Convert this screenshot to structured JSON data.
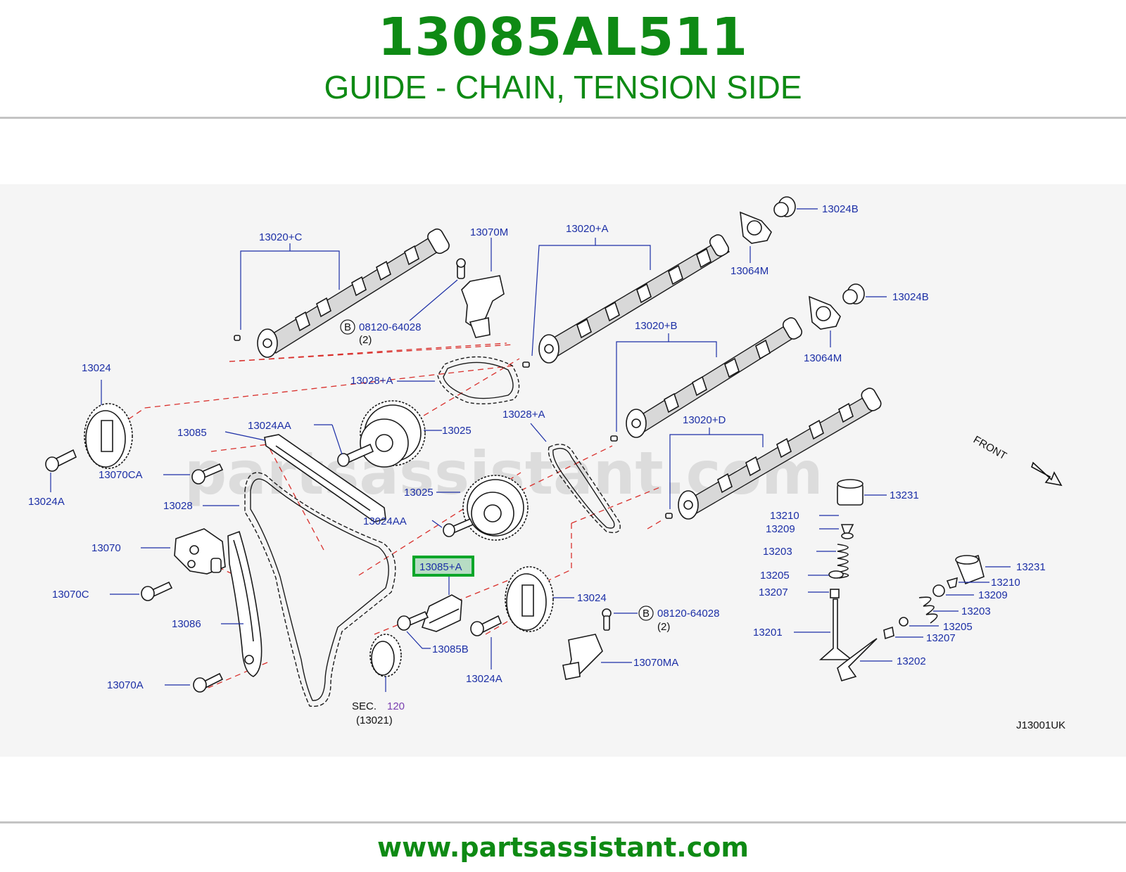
{
  "header": {
    "part_number": "13085AL511",
    "part_name": "GUIDE - CHAIN, TENSION SIDE"
  },
  "colors": {
    "title_green": "#0e8a14",
    "callout_blue": "#1c2fa6",
    "highlight_green": "#0aa629",
    "dashed_red": "#d9302c",
    "panel_bg": "#f5f5f5"
  },
  "watermark": "partsassistant.com",
  "diagram": {
    "code": "J13001UK",
    "front_label": "FRONT",
    "highlighted_callout": "13085+A",
    "callouts": {
      "c_13020C": "13020+C",
      "c_13070M": "13070M",
      "c_13020A": "13020+A",
      "c_13064M_top": "13064M",
      "c_13024B_top": "13024B",
      "c_13024B_mid": "13024B",
      "c_13064M_mid": "13064M",
      "c_13020B": "13020+B",
      "c_08120_top": "08120-64028",
      "c_2_top": "(2)",
      "c_13024_left": "13024",
      "c_13028A_top": "13028+A",
      "c_13085": "13085",
      "c_13024AA_top": "13024AA",
      "c_13025_top": "13025",
      "c_13028A_mid": "13028+A",
      "c_13020D": "13020+D",
      "c_13070CA": "13070CA",
      "c_13024A_left": "13024A",
      "c_13028": "13028",
      "c_13025_mid": "13025",
      "c_13231_top": "13231",
      "c_13210_top": "13210",
      "c_13024AA_mid": "13024AA",
      "c_13209_top": "13209",
      "c_13070": "13070",
      "c_13203_top": "13203",
      "c_13231_right": "13231",
      "c_13085A": "13085+A",
      "c_13205_top": "13205",
      "c_13210_right": "13210",
      "c_13070C": "13070C",
      "c_13207_top": "13207",
      "c_13209_right": "13209",
      "c_13024_mid": "13024",
      "c_13203_right": "13203",
      "c_08120_mid": "08120-64028",
      "c_2_mid": "(2)",
      "c_13086": "13086",
      "c_13205_right": "13205",
      "c_13201": "13201",
      "c_13207_right": "13207",
      "c_13085B": "13085B",
      "c_13070MA": "13070MA",
      "c_13202": "13202",
      "c_13024A_mid": "13024A",
      "c_13070A": "13070A",
      "c_sec": "SEC.",
      "c_sec_num": "120",
      "c_13021": "(13021)",
      "badge_b_top": "B",
      "badge_b_mid": "B"
    }
  },
  "footer": {
    "url": "www.partsassistant.com"
  }
}
